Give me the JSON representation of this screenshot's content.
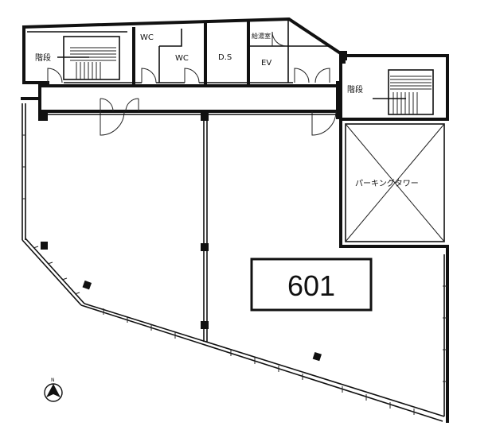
{
  "plan": {
    "unit_number": "601",
    "rooms": {
      "stairs_left": "階段",
      "stairs_right": "階段",
      "wc_1": "WC",
      "wc_2": "WC",
      "ds": "D.S",
      "ev": "EV",
      "kyutoshitsu": "給湯室",
      "parking_tower": "パーキングタワー"
    },
    "north_mark": "N"
  }
}
